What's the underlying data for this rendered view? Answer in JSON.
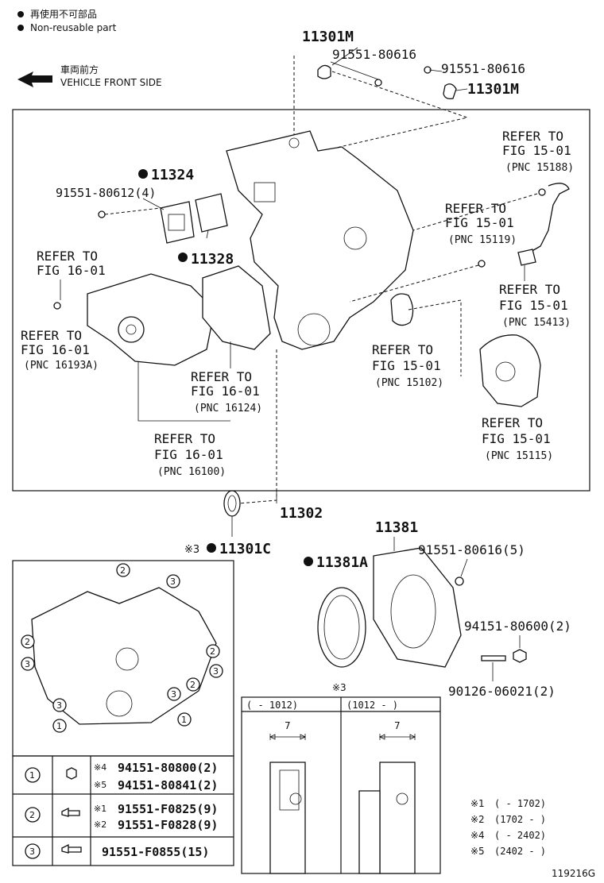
{
  "legend": {
    "jp_nonreusable": "再使用不可部品",
    "en_nonreusable": "Non-reusable part",
    "jp_front": "車両前方",
    "en_front": "VEHICLE FRONT SIDE"
  },
  "callouts": {
    "c11301M_top": "11301M",
    "c91551_80616_a": "91551-80616",
    "c91551_80616_b": "91551-80616",
    "c11301M_b": "11301M",
    "c11324": "11324",
    "c91551_80612": "91551-80612(4)",
    "c11328": "11328",
    "refer_1a": "REFER TO",
    "refer_1b": "FIG 15-01",
    "refer_1c": "(PNC 15188)",
    "refer_2a": "REFER TO",
    "refer_2b": "FIG 15-01",
    "refer_2c": "(PNC 15119)",
    "refer_3a": "REFER TO",
    "refer_3b": "FIG 16-01",
    "refer_4a": "REFER TO",
    "refer_4b": "FIG 16-01",
    "refer_4c": "(PNC 16193A)",
    "refer_5a": "REFER TO",
    "refer_5b": "FIG 15-01",
    "refer_5c": "(PNC 15413)",
    "refer_6a": "REFER TO",
    "refer_6b": "FIG 15-01",
    "refer_6c": "(PNC 15102)",
    "refer_7a": "REFER TO",
    "refer_7b": "FIG 16-01",
    "refer_7c": "(PNC 16124)",
    "refer_8a": "REFER TO",
    "refer_8b": "FIG 15-01",
    "refer_8c": "(PNC 15115)",
    "refer_9a": "REFER TO",
    "refer_9b": "FIG 16-01",
    "refer_9c": "(PNC 16100)",
    "c11302": "11302",
    "c11301C_mark": "※3",
    "c11301C": "11301C",
    "c11381": "11381",
    "c11381A": "11381A",
    "c91551_80616_5": "91551-80616(5)",
    "c94151_80600": "94151-80600(2)",
    "c90126_06021": "90126-06021(2)"
  },
  "bolt_table": {
    "rows": [
      {
        "num": "1",
        "lines": [
          {
            "mark": "※4",
            "part": "94151-80800(2)"
          },
          {
            "mark": "※5",
            "part": "94151-80841(2)"
          }
        ]
      },
      {
        "num": "2",
        "lines": [
          {
            "mark": "※1",
            "part": "91551-F0825(9)"
          },
          {
            "mark": "※2",
            "part": "91551-F0828(9)"
          }
        ]
      },
      {
        "num": "3",
        "lines": [
          {
            "mark": "",
            "part": "91551-F0855(15)"
          }
        ]
      }
    ]
  },
  "seal_table": {
    "title": "※3",
    "col1": "(      - 1012)",
    "col2": "(1012 -      )",
    "dim1": "7",
    "dim2": "7"
  },
  "notes": [
    {
      "mark": "※1",
      "text": "(      - 1702)"
    },
    {
      "mark": "※2",
      "text": "(1702 -      )"
    },
    {
      "mark": "※4",
      "text": "(      - 2402)"
    },
    {
      "mark": "※5",
      "text": "(2402 -      )"
    }
  ],
  "figure_id": "119216G"
}
